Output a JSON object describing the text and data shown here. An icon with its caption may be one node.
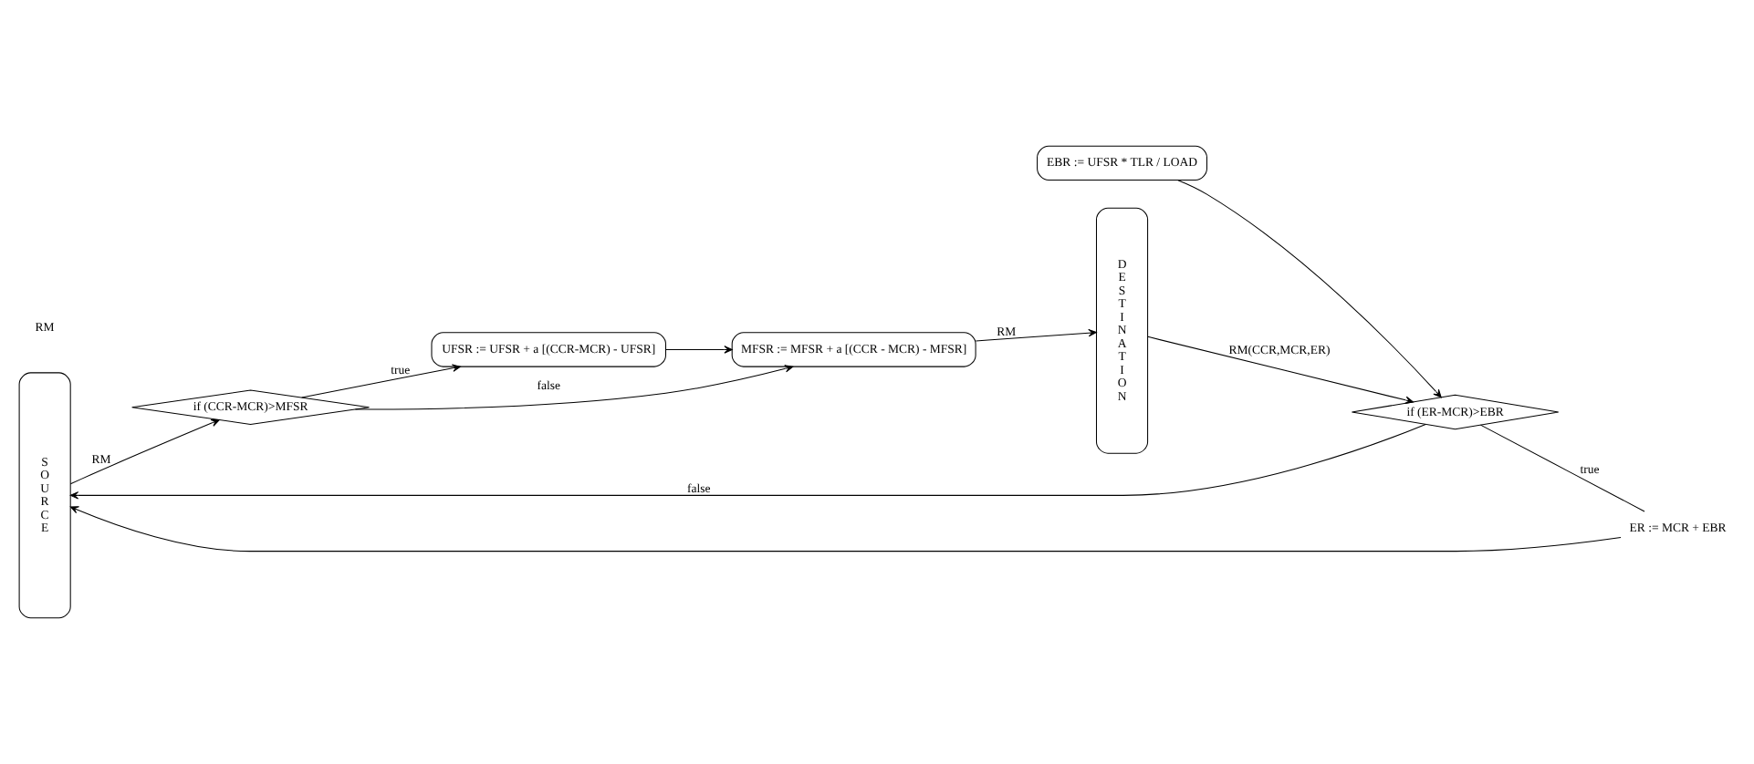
{
  "diagram": {
    "nodes": [
      {
        "text": [
          "S O U R C E"
        ]
      },
      {
        "text": [
          "if (CCR-MCR)>MFSR"
        ]
      },
      {
        "text": [
          "UFSR := UFSR + a [(CCR-MCR) - UFSR]"
        ]
      },
      {
        "text": [
          "MFSR := MFSR + a [(CCR - MCR) - MFSR]"
        ]
      },
      {
        "text": [
          "D E S T I N A T I O N"
        ]
      },
      {
        "text": [
          "EBR := UFSR * TLR / LOAD"
        ]
      },
      {
        "text": [
          "if (ER-MCR)>EBR"
        ]
      },
      {
        "text": [
          "ER := MCR + EBR"
        ]
      }
    ],
    "edges": [
      {
        "from": 0,
        "to": 1,
        "arrow": "to",
        "label": "RM"
      },
      {
        "from": 1,
        "to": 2,
        "arrow": "to",
        "label": "true"
      },
      {
        "from": 1,
        "to": 3,
        "arrow": "to",
        "label": "false"
      },
      {
        "from": 2,
        "to": 3,
        "arrow": "to"
      },
      {
        "from": 3,
        "to": 4,
        "arrow": "to",
        "label": "RM"
      },
      {
        "from": 5,
        "to": 6,
        "arrow": "to"
      },
      {
        "from": 4,
        "to": 6,
        "arrow": "to",
        "label": "RM(CCR,MCR,ER)"
      },
      {
        "from": 6,
        "to": 0,
        "arrow": "to",
        "label": "false"
      },
      {
        "from": 6,
        "to": 7,
        "arrow": "none",
        "label": "true"
      },
      {
        "from": 7,
        "to": 0,
        "arrow": "to"
      }
    ],
    "labels": [
      "RM"
    ]
  }
}
